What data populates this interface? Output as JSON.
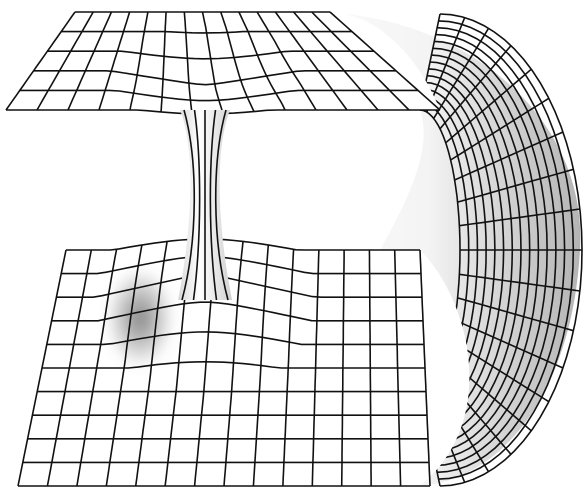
{
  "figure": {
    "subject": "wormhole-embedding-diagram",
    "colors": {
      "background": "#ffffff",
      "grid_line": "#111111",
      "surface_light": "#ffffff",
      "surface_shade": "#b4b4b4",
      "shadow": "#6f6f6f"
    },
    "grid": {
      "upper_sheet_columns": 14,
      "upper_sheet_rows": 5,
      "lower_sheet_columns": 14,
      "lower_sheet_rows": 10,
      "fold_arcs": 14,
      "throat_ribs": 5
    }
  }
}
